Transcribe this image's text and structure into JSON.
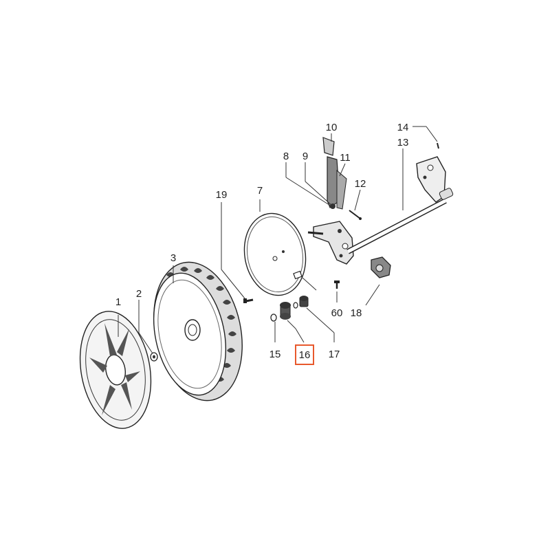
{
  "callouts": [
    {
      "id": "c1",
      "text": "1"
    },
    {
      "id": "c2",
      "text": "2"
    },
    {
      "id": "c3",
      "text": "3"
    },
    {
      "id": "c7",
      "text": "7"
    },
    {
      "id": "c8",
      "text": "8"
    },
    {
      "id": "c9",
      "text": "9"
    },
    {
      "id": "c10",
      "text": "10"
    },
    {
      "id": "c11",
      "text": "11"
    },
    {
      "id": "c12",
      "text": "12"
    },
    {
      "id": "c13",
      "text": "13"
    },
    {
      "id": "c14",
      "text": "14"
    },
    {
      "id": "c15",
      "text": "15"
    },
    {
      "id": "c16",
      "text": "16"
    },
    {
      "id": "c17",
      "text": "17"
    },
    {
      "id": "c18",
      "text": "18"
    },
    {
      "id": "c19",
      "text": "19"
    },
    {
      "id": "c60",
      "text": "60"
    }
  ],
  "highlight": {
    "callout": "16",
    "color": "#e8582c"
  }
}
